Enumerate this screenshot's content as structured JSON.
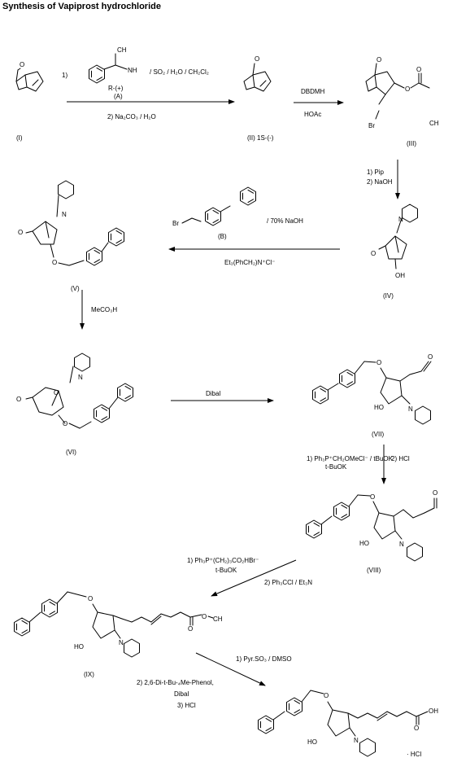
{
  "title": "Synthesis of Vapiprost hydrochloride",
  "compounds": {
    "I": "(I)",
    "II": "(II) 1S-(-)",
    "III": "(III)",
    "IV": "(IV)",
    "V": "(V)",
    "VI": "(VI)",
    "VII": "(VII)",
    "VIII": "(VIII)",
    "IX": "(IX)",
    "A": "(A)",
    "B": "(B)"
  },
  "reagents": {
    "step1_a": "1)",
    "step1_b": "/ SO₂ / H₂O / CH₂Cl₂",
    "step1_c": "R-(+)",
    "step1_d": "2) Na₂CO₃ / H₂O",
    "step2_a": "DBDMH",
    "step2_b": "HOAc",
    "step3_a": "1) Pip",
    "step3_b": "2) NaOH",
    "step4_a": "/ 70% NaOH",
    "step4_b": "Et₃(PhCH₂)N⁺Cl⁻",
    "step5": "MeCO₃H",
    "step6": "Dibal",
    "step7_a": "1) Ph₃P⁺CH₂OMeCl⁻ / tBuOK",
    "step7_b": "t-BuOK",
    "step7_c": "2) HCl",
    "step8_a": "1) Ph₃P⁺(CH₂)₃CO₂HBr⁻",
    "step8_b": "t-BuOK",
    "step8_c": "2) Ph₃CCl / Et₃N",
    "step9_a": "1) Pyr.SO₃ / DMSO",
    "step9_b": "2) 2,6-Di-t-Bu-₄Me-Phenol,",
    "step9_c": "Dibal",
    "step9_d": "3) HCl"
  },
  "atoms": {
    "O": "O",
    "N": "N",
    "Br": "Br",
    "OH": "OH",
    "HO": "HO",
    "CH3": "CH",
    "NH2": "NH",
    "Me": "CH",
    "HCl": "· HCl"
  }
}
